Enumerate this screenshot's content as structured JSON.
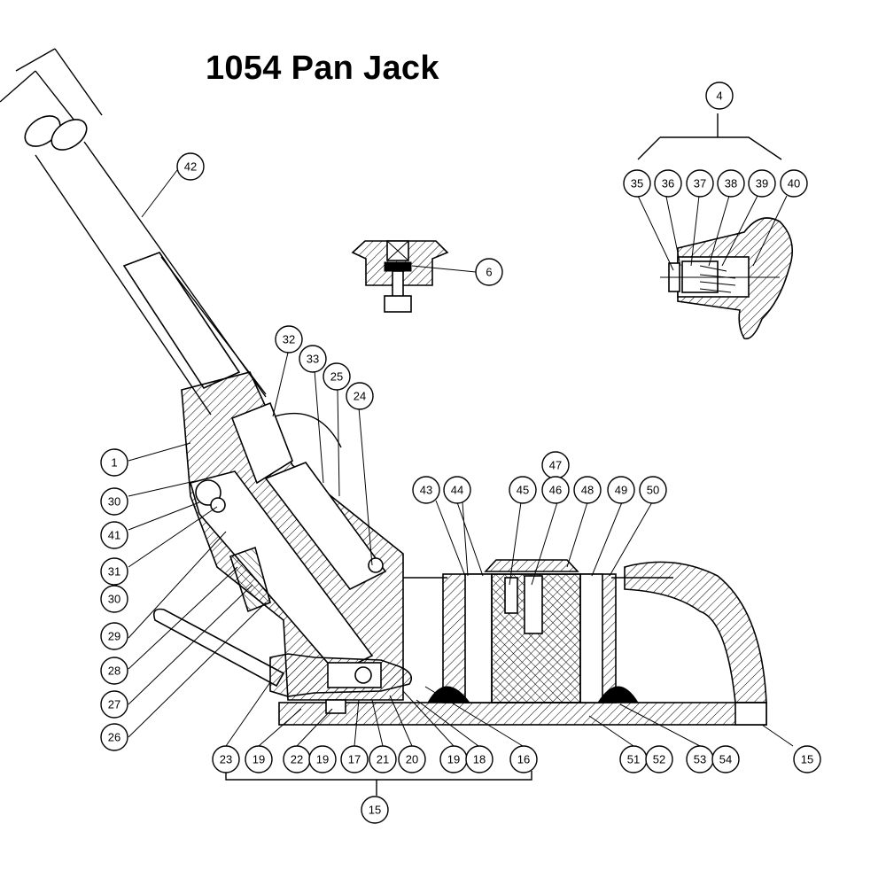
{
  "title": "1054 Pan Jack",
  "callouts": [
    {
      "id": "c42",
      "label": "42"
    },
    {
      "id": "c4",
      "label": "4"
    },
    {
      "id": "c35",
      "label": "35"
    },
    {
      "id": "c36",
      "label": "36"
    },
    {
      "id": "c37",
      "label": "37"
    },
    {
      "id": "c38",
      "label": "38"
    },
    {
      "id": "c39",
      "label": "39"
    },
    {
      "id": "c40",
      "label": "40"
    },
    {
      "id": "c6",
      "label": "6"
    },
    {
      "id": "c32",
      "label": "32"
    },
    {
      "id": "c33",
      "label": "33"
    },
    {
      "id": "c25",
      "label": "25"
    },
    {
      "id": "c24",
      "label": "24"
    },
    {
      "id": "c1",
      "label": "1"
    },
    {
      "id": "c30a",
      "label": "30"
    },
    {
      "id": "c41",
      "label": "41"
    },
    {
      "id": "c31",
      "label": "31"
    },
    {
      "id": "c30b",
      "label": "30"
    },
    {
      "id": "c29",
      "label": "29"
    },
    {
      "id": "c28",
      "label": "28"
    },
    {
      "id": "c27",
      "label": "27"
    },
    {
      "id": "c26",
      "label": "26"
    },
    {
      "id": "c47",
      "label": "47"
    },
    {
      "id": "c43",
      "label": "43"
    },
    {
      "id": "c44",
      "label": "44"
    },
    {
      "id": "c45",
      "label": "45"
    },
    {
      "id": "c46",
      "label": "46"
    },
    {
      "id": "c48",
      "label": "48"
    },
    {
      "id": "c49",
      "label": "49"
    },
    {
      "id": "c50",
      "label": "50"
    },
    {
      "id": "c23",
      "label": "23"
    },
    {
      "id": "c19a",
      "label": "19"
    },
    {
      "id": "c22",
      "label": "22"
    },
    {
      "id": "c19b",
      "label": "19"
    },
    {
      "id": "c17",
      "label": "17"
    },
    {
      "id": "c21",
      "label": "21"
    },
    {
      "id": "c20",
      "label": "20"
    },
    {
      "id": "c19c",
      "label": "19"
    },
    {
      "id": "c18",
      "label": "18"
    },
    {
      "id": "c16",
      "label": "16"
    },
    {
      "id": "c51",
      "label": "51"
    },
    {
      "id": "c52",
      "label": "52"
    },
    {
      "id": "c53",
      "label": "53"
    },
    {
      "id": "c54",
      "label": "54"
    },
    {
      "id": "c15a",
      "label": "15"
    },
    {
      "id": "c15b",
      "label": "15"
    }
  ]
}
